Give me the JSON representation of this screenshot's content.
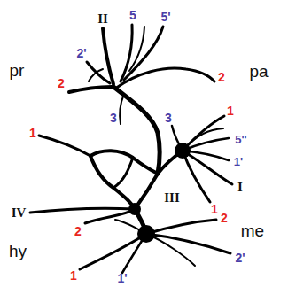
{
  "diagram": {
    "labels": [
      "II",
      "5",
      "5'",
      "2'",
      "pr",
      "pa",
      "2",
      "2",
      "1",
      "3",
      "3",
      "5''",
      "1'",
      "I",
      "1",
      "III",
      "1",
      "IV",
      "me",
      "hy",
      "2",
      "2",
      "2'",
      "1",
      "1'"
    ]
  }
}
